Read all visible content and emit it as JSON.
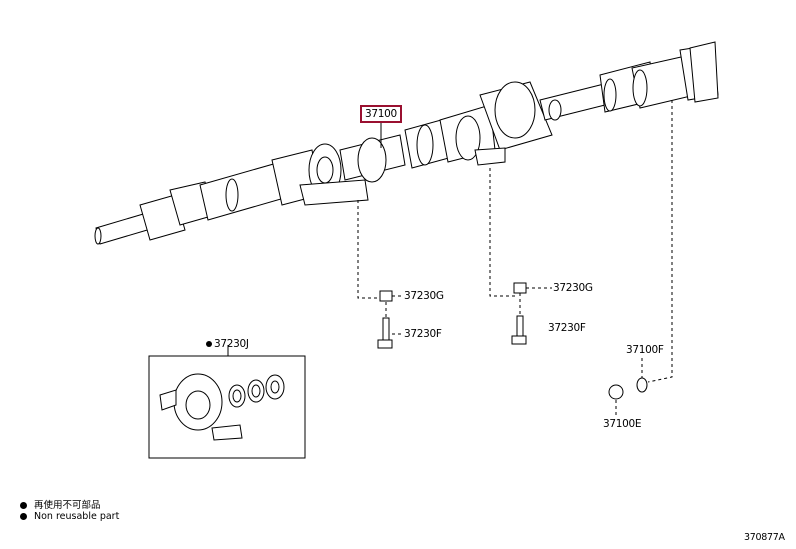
{
  "parts": {
    "main_shaft": "37100",
    "bolt_upper_left": "37230G",
    "bolt_lower_left": "37230F",
    "bolt_upper_right": "37230G",
    "bolt_lower_right": "37230F",
    "bearing_assembly": "37230J",
    "washer": "37100F",
    "nut": "37100E"
  },
  "legend": {
    "japanese": "再使用不可部品",
    "english": "Non reusable part"
  },
  "figure_id": "370877A",
  "colors": {
    "highlight_box": "#9a1030"
  }
}
